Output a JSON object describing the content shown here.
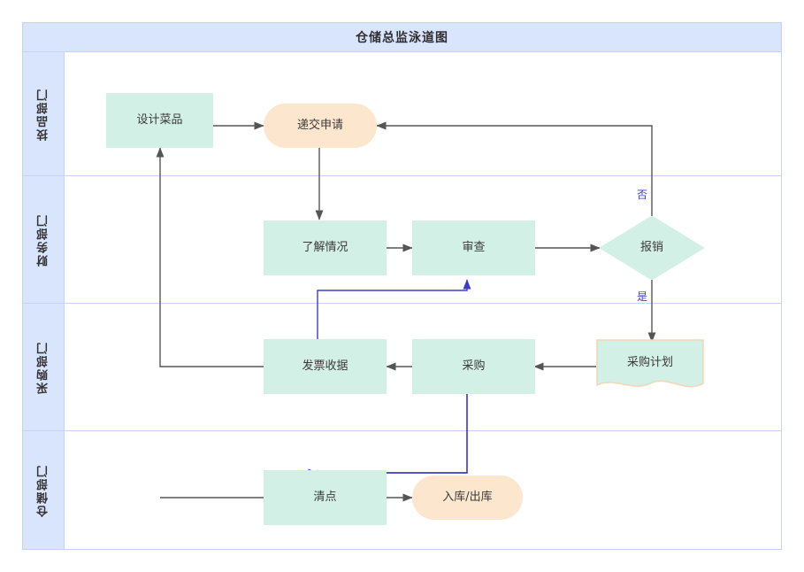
{
  "diagram": {
    "title": "仓储总监泳道图",
    "colors": {
      "lane_header_bg": "#d9e4fd",
      "frame_border": "#c3d4f5",
      "process_fill": "#d2f0e6",
      "terminator_fill": "#fce6cd",
      "document_stroke": "#f0d8b8",
      "arrow_gray": "#555555",
      "arrow_blue": "#3b3bd1",
      "label_blue": "#3b3bd1",
      "canvas_bg": "#ffffff"
    },
    "lanes": [
      {
        "id": "lane-1",
        "label": "技品部门"
      },
      {
        "id": "lane-2",
        "label": "财务部门"
      },
      {
        "id": "lane-3",
        "label": "采购部门"
      },
      {
        "id": "lane-4",
        "label": "仓储部门"
      }
    ],
    "nodes": [
      {
        "id": "node-design",
        "label": "设计菜品",
        "shape": "process",
        "lane": 1
      },
      {
        "id": "node-submit",
        "label": "递交申请",
        "shape": "stadium",
        "lane": 1
      },
      {
        "id": "node-understand",
        "label": "了解情况",
        "shape": "process",
        "lane": 2
      },
      {
        "id": "node-reimburse",
        "label": "报销",
        "shape": "process",
        "lane": 2
      },
      {
        "id": "node-review",
        "label": "审查",
        "shape": "diamond",
        "lane": 2
      },
      {
        "id": "node-invoice",
        "label": "发票收据",
        "shape": "process",
        "lane": 3
      },
      {
        "id": "node-purchase",
        "label": "采购",
        "shape": "process",
        "lane": 3
      },
      {
        "id": "node-plan",
        "label": "采购计划",
        "shape": "document",
        "lane": 3
      },
      {
        "id": "node-count",
        "label": "清点",
        "shape": "process",
        "lane": 4
      },
      {
        "id": "node-inout",
        "label": "入库/出库",
        "shape": "stadium",
        "lane": 4
      }
    ],
    "edge_labels": [
      {
        "id": "edge-label-no",
        "text": "否"
      },
      {
        "id": "edge-label-yes",
        "text": "是"
      }
    ]
  }
}
